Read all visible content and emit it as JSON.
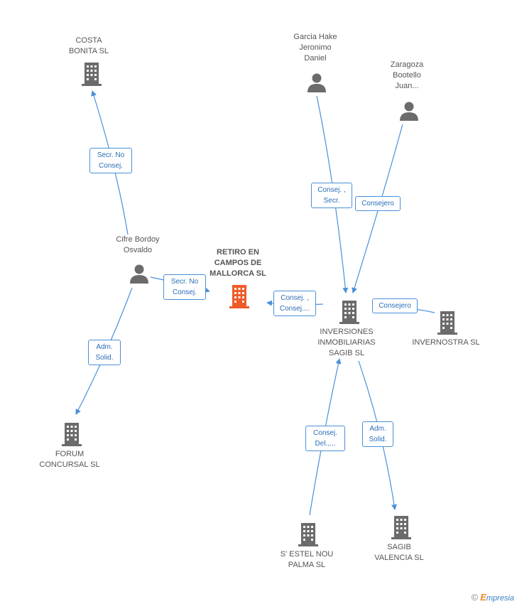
{
  "colors": {
    "edge": "#4a90d9",
    "node": "#6b6b6b",
    "main_node": "#f05a28"
  },
  "nodes": {
    "costa_bonita": {
      "label": "COSTA\nBONITA SL",
      "type": "company"
    },
    "garcia_hake": {
      "label": "Garcia Hake\nJeronimo\nDaniel",
      "type": "person"
    },
    "zaragoza": {
      "label": "Zaragoza\nBootello\nJuan...",
      "type": "person"
    },
    "cifre_bordoy": {
      "label": "Cifre Bordoy\nOsvaldo",
      "type": "person"
    },
    "retiro": {
      "label": "RETIRO EN\nCAMPOS DE\nMALLORCA SL",
      "type": "company-main"
    },
    "inversiones": {
      "label": "INVERSIONES\nINMOBILIARIAS\nSAGIB SL",
      "type": "company"
    },
    "invernostra": {
      "label": "INVERNOSTRA SL",
      "type": "company"
    },
    "forum": {
      "label": "FORUM\nCONCURSAL SL",
      "type": "company"
    },
    "sestel": {
      "label": "S' ESTEL NOU\nPALMA  SL",
      "type": "company"
    },
    "sagib_valencia": {
      "label": "SAGIB\nVALENCIA SL",
      "type": "company"
    }
  },
  "edges": {
    "cifre_costa": {
      "label": "Secr.  No\nConsej."
    },
    "cifre_retiro": {
      "label": "Secr.  No\nConsej."
    },
    "cifre_forum": {
      "label": "Adm.\nSolid."
    },
    "garcia_inv": {
      "label": "Consej. ,\nSecr."
    },
    "zaragoza_inv": {
      "label": "Consejero"
    },
    "inv_retiro": {
      "label": "Consej. ,\nConsej...."
    },
    "invernostra_inv": {
      "label": "Consejero"
    },
    "sestel_inv": {
      "label": "Consej.\nDel.,..."
    },
    "inv_valencia": {
      "label": "Adm.\nSolid."
    }
  },
  "brand": {
    "copyright": "©",
    "name_initial": "E",
    "name_rest": "mpresia"
  }
}
